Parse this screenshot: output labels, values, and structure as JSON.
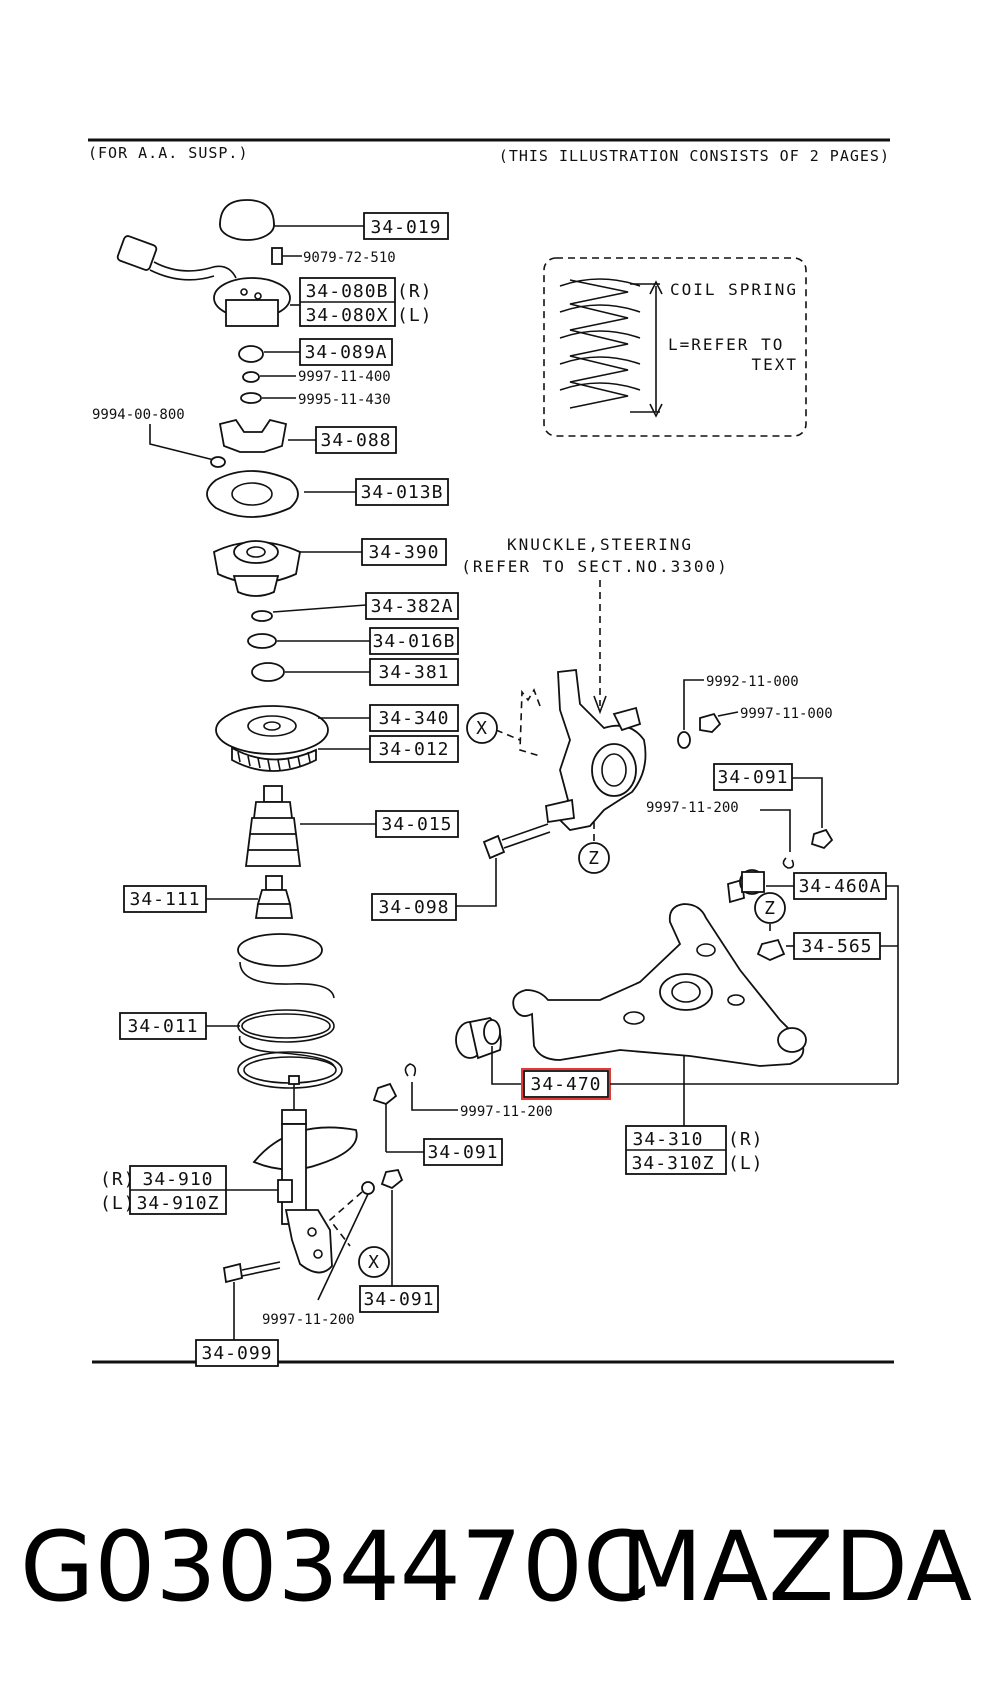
{
  "header": {
    "left": "(FOR A.A. SUSP.)",
    "right": "(THIS ILLUSTRATION CONSISTS OF  2 PAGES)"
  },
  "coil_note": {
    "title": "COIL SPRING",
    "line1": "L=REFER TO",
    "line2": "TEXT"
  },
  "knuckle_note": {
    "line1": "KNUCKLE,STEERING",
    "line2": "(REFER TO SECT.NO.3300)"
  },
  "markers": {
    "x": "X",
    "z": "Z"
  },
  "side": {
    "r": "(R)",
    "l": "(L)"
  },
  "parts": {
    "p34019": "34-019",
    "p34080B": "34-080B",
    "p34080X": "34-080X",
    "p34089A": "34-089A",
    "p34088": "34-088",
    "p34013B": "34-013B",
    "p34390": "34-390",
    "p34382A": "34-382A",
    "p34016B": "34-016B",
    "p34381": "34-381",
    "p34340": "34-340",
    "p34012": "34-012",
    "p34015": "34-015",
    "p34111": "34-111",
    "p34011": "34-011",
    "p34910": "34-910",
    "p34910Z": "34-910Z",
    "p34099": "34-099",
    "p34091a": "34-091",
    "p34091b": "34-091",
    "p34091c": "34-091",
    "p34098": "34-098",
    "p34460A": "34-460A",
    "p34565": "34-565",
    "p34470": "34-470",
    "p34310": "34-310",
    "p34310Z": "34-310Z"
  },
  "numbers": {
    "n907972510": "9079-72-510",
    "n999711400": "9997-11-400",
    "n999511430": "9995-11-430",
    "n999400800": "9994-00-800",
    "n999211000": "9992-11-000",
    "n999711000": "9997-11-000",
    "n999711200a": "9997-11-200",
    "n999711200b": "9997-11-200",
    "n999711200c": "9997-11-200"
  },
  "highlight": {
    "part": "34-470",
    "color": "#e53935"
  },
  "footer": {
    "part_number": "G03034470C",
    "brand": "MAZDA"
  }
}
